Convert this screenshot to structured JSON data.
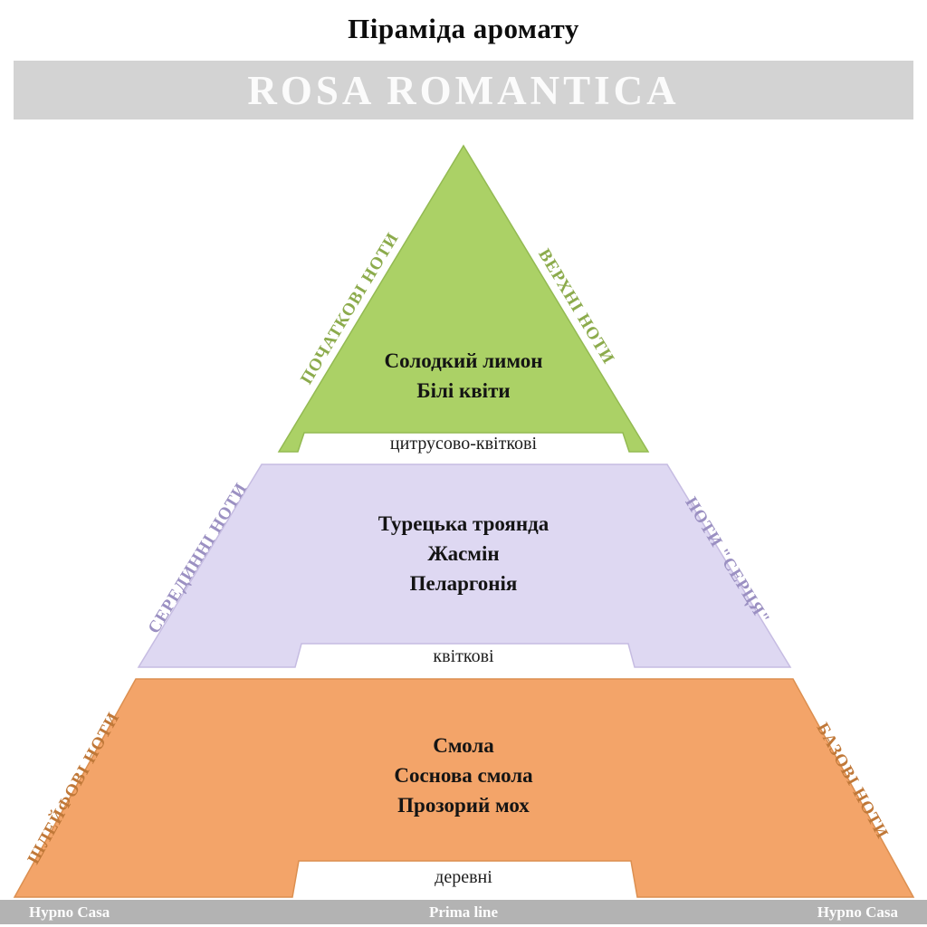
{
  "title": "Піраміда аромату",
  "banner": {
    "text": "ROSA ROMANTICA",
    "bg": "#d3d3d3",
    "text_color": "#fbfbfb"
  },
  "tiers": [
    {
      "name": "top-notes",
      "left_label": "ПОЧАТКОВІ НОТИ",
      "right_label": "ВЕРХНІ НОТИ",
      "notes": [
        "Солодкий лимон",
        "Білі квіти"
      ],
      "family": "цитрусово-квіткові",
      "fill": "#abd166",
      "stroke": "#93ba52",
      "label_color": "#8cab4c"
    },
    {
      "name": "heart-notes",
      "left_label": "СЕРЕДИННІ НОТИ",
      "right_label": "НОТИ \"СЕРЦЯ\"",
      "notes": [
        "Турецька троянда",
        "Жасмін",
        "Пеларгонія"
      ],
      "family": "квіткові",
      "fill": "#ded8f2",
      "stroke": "#c6bce2",
      "label_color": "#9b90c2"
    },
    {
      "name": "base-notes",
      "left_label": "ШЛЕЙФОВІ НОТИ",
      "right_label": "БАЗОВІ НОТИ",
      "notes": [
        "Смола",
        "Соснова смола",
        "Прозорий мох"
      ],
      "family": "деревні",
      "fill": "#f3a469",
      "stroke": "#dc8f50",
      "label_color": "#c07838"
    }
  ],
  "footer": {
    "left": "Hypno Casa",
    "center": "Prima line",
    "right": "Hypno Casa",
    "bg": "#b3b3b3"
  }
}
